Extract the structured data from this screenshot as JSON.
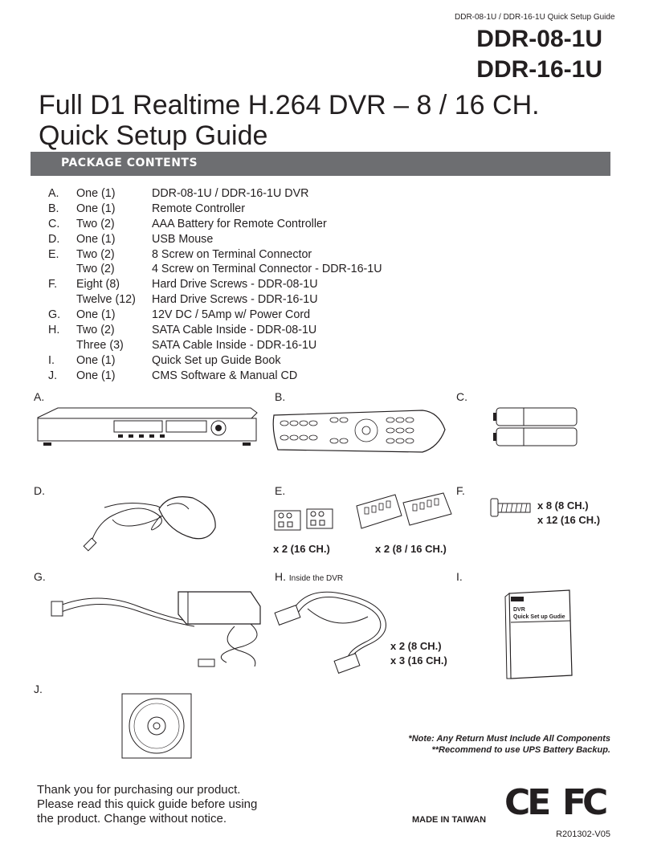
{
  "header": {
    "small_title": "DDR-08-1U / DDR-16-1U Quick Setup Guide",
    "model_1": "DDR-08-1U",
    "model_2": "DDR-16-1U",
    "title_line_1": "Full D1 Realtime H.264 DVR – 8 / 16 CH.",
    "title_line_2": "Quick Setup Guide"
  },
  "section_bar": "PACKAGE CONTENTS",
  "contents": [
    {
      "letter": "A.",
      "qty": "One (1)",
      "desc": "DDR-08-1U / DDR-16-1U DVR"
    },
    {
      "letter": "B.",
      "qty": "One (1)",
      "desc": "Remote Controller"
    },
    {
      "letter": "C.",
      "qty": "Two (2)",
      "desc": "AAA Battery for Remote Controller"
    },
    {
      "letter": "D.",
      "qty": "One (1)",
      "desc": "USB Mouse"
    },
    {
      "letter": "E.",
      "qty": "Two (2)",
      "desc": "8 Screw on Terminal Connector"
    },
    {
      "letter": "",
      "qty": "Two (2)",
      "desc": "4 Screw on Terminal Connector - DDR-16-1U"
    },
    {
      "letter": "F.",
      "qty": "Eight (8)",
      "desc": "Hard Drive Screws - DDR-08-1U"
    },
    {
      "letter": "",
      "qty": "Twelve (12)",
      "desc": "Hard Drive Screws - DDR-16-1U"
    },
    {
      "letter": "G.",
      "qty": "One (1)",
      "desc": "12V DC / 5Amp w/ Power Cord"
    },
    {
      "letter": "H.",
      "qty": "Two (2)",
      "desc": "SATA Cable Inside - DDR-08-1U"
    },
    {
      "letter": "",
      "qty": "Three (3)",
      "desc": "SATA Cable Inside - DDR-16-1U"
    },
    {
      "letter": "I.",
      "qty": "One (1)",
      "desc": "Quick Set up Guide Book"
    },
    {
      "letter": "J.",
      "qty": "One (1)",
      "desc": "CMS Software & Manual CD"
    }
  ],
  "figures": {
    "a": "A.",
    "b": "B.",
    "c": "C.",
    "d": "D.",
    "e": "E.",
    "f": "F.",
    "g": "G.",
    "h": "H.",
    "h_sub": "Inside the DVR",
    "i": "I.",
    "j": "J.",
    "e_cap_1": "x 2 (16 CH.)",
    "e_cap_2": "x 2 (8 / 16 CH.)",
    "f_cap_1": "x 8 (8 CH.)",
    "f_cap_2": "x 12 (16 CH.)",
    "h_cap_1": "x 2 (8 CH.)",
    "h_cap_2": "x 3 (16 CH.)",
    "book_line_1": "DVR",
    "book_line_2": "Quick Set up Gudie"
  },
  "notes": {
    "note_1": "*Note: Any Return Must Include All Components",
    "note_2": "**Recommend to use UPS Battery Backup."
  },
  "footer": {
    "thanks_1": "Thank you for purchasing our product.",
    "thanks_2": "Please read this quick guide before using",
    "thanks_3": "the product. Change without notice.",
    "made_in": "MADE IN TAIWAN",
    "logo_ce": "CE",
    "logo_fc": "FC",
    "doc_code": "R201302-V05"
  }
}
